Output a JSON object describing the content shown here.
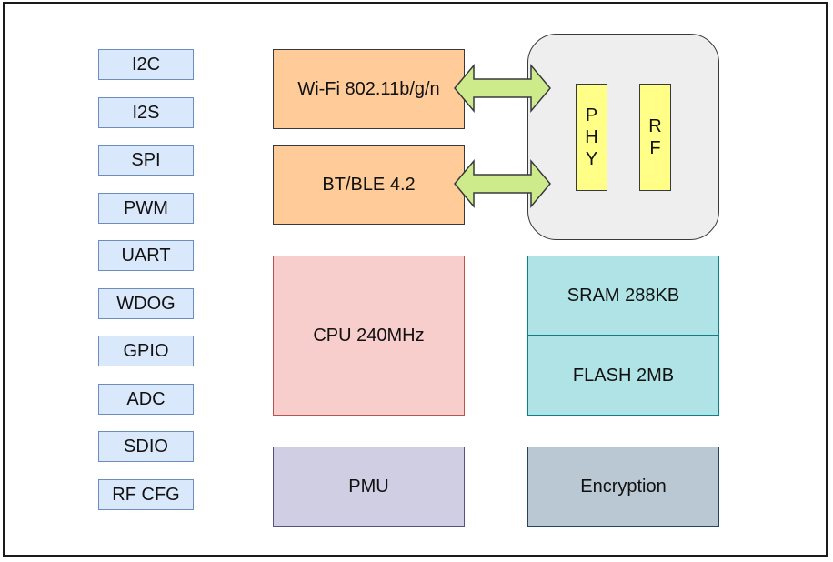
{
  "peripherals": [
    {
      "label": "I2C"
    },
    {
      "label": "I2S"
    },
    {
      "label": "SPI"
    },
    {
      "label": "PWM"
    },
    {
      "label": "UART"
    },
    {
      "label": "WDOG"
    },
    {
      "label": "GPIO"
    },
    {
      "label": "ADC"
    },
    {
      "label": "SDIO"
    },
    {
      "label": "RF CFG"
    }
  ],
  "radio": {
    "wifi_label": "Wi-Fi 802.11b/g/n",
    "bt_label": "BT/BLE 4.2"
  },
  "rf_frontend": {
    "phy_label": "P\nH\nY",
    "rf_label": "R\nF"
  },
  "core": {
    "cpu_label": "CPU 240MHz",
    "pmu_label": "PMU"
  },
  "memory": {
    "sram_label": "SRAM 288KB",
    "flash_label": "FLASH 2MB"
  },
  "security": {
    "encryption_label": "Encryption"
  },
  "colors": {
    "peripheral_fill": "#dae8fc",
    "radio_fill": "#ffcc99",
    "cpu_fill": "#f8cecc",
    "pmu_fill": "#d0cee2",
    "memory_fill": "#b0e3e6",
    "encryption_fill": "#bac8d3",
    "rf_group_fill": "#eeeeee",
    "phy_rf_fill": "#ffff88",
    "arrow_fill": "#cdeb8b"
  }
}
